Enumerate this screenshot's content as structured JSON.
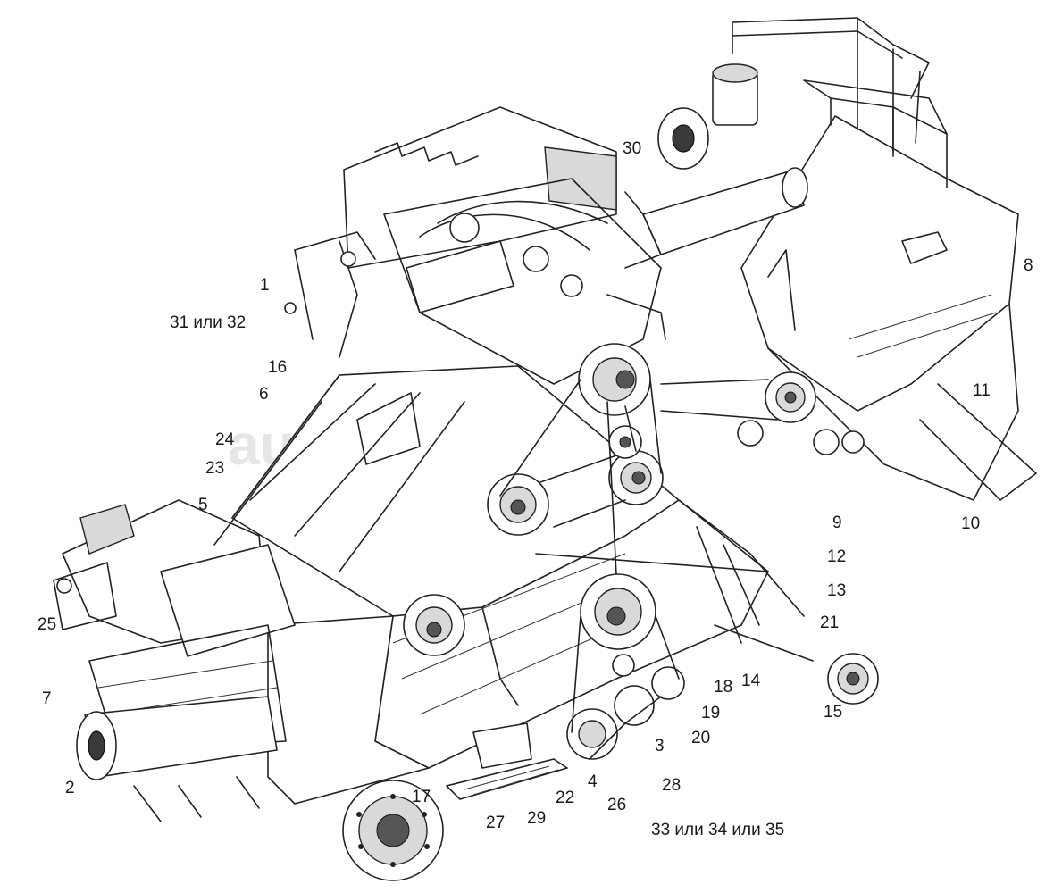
{
  "watermark": "autopiter.ru",
  "callouts": [
    {
      "id": "c1",
      "text": "1"
    },
    {
      "id": "c31_32",
      "text": "31 или 32"
    },
    {
      "id": "c16",
      "text": "16"
    },
    {
      "id": "c6",
      "text": "6"
    },
    {
      "id": "c24",
      "text": "24"
    },
    {
      "id": "c23",
      "text": "23"
    },
    {
      "id": "c5",
      "text": "5"
    },
    {
      "id": "c25",
      "text": "25"
    },
    {
      "id": "c7",
      "text": "7"
    },
    {
      "id": "c2",
      "text": "2"
    },
    {
      "id": "c30",
      "text": "30"
    },
    {
      "id": "c8",
      "text": "8"
    },
    {
      "id": "c11",
      "text": "11"
    },
    {
      "id": "c9",
      "text": "9"
    },
    {
      "id": "c10",
      "text": "10"
    },
    {
      "id": "c12",
      "text": "12"
    },
    {
      "id": "c13",
      "text": "13"
    },
    {
      "id": "c21",
      "text": "21"
    },
    {
      "id": "c18",
      "text": "18"
    },
    {
      "id": "c14",
      "text": "14"
    },
    {
      "id": "c15",
      "text": "15"
    },
    {
      "id": "c19",
      "text": "19"
    },
    {
      "id": "c20",
      "text": "20"
    },
    {
      "id": "c3",
      "text": "3"
    },
    {
      "id": "c28",
      "text": "28"
    },
    {
      "id": "c4",
      "text": "4"
    },
    {
      "id": "c26",
      "text": "26"
    },
    {
      "id": "c17",
      "text": "17"
    },
    {
      "id": "c22",
      "text": "22"
    },
    {
      "id": "c27",
      "text": "27"
    },
    {
      "id": "c29",
      "text": "29"
    },
    {
      "id": "c33_35",
      "text": "33 или 34 или 35"
    }
  ]
}
